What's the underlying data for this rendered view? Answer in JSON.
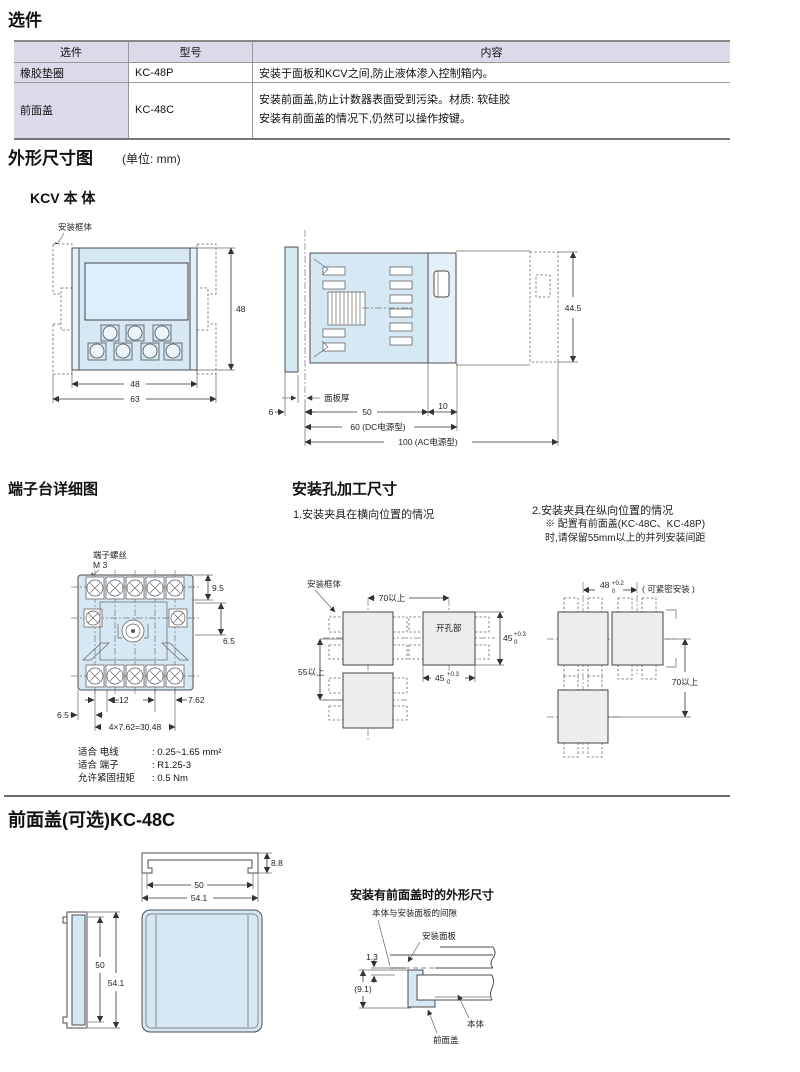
{
  "colors": {
    "drawing_fill": "#d5e8f4",
    "table_header_bg": "#dadae8",
    "line": "#4d4d4d"
  },
  "options_section": {
    "title": "选件",
    "table": {
      "headers": [
        "选件",
        "型号",
        "内容"
      ],
      "rows": [
        {
          "option": "橡胶垫圈",
          "model": "KC-48P",
          "content": "安装于面板和KCV之间,防止液体渗入控制箱内。"
        },
        {
          "option": "前面盖",
          "model": "KC-48C",
          "content_line1": "安装前面盖,防止计数器表面受到污染。材质: 软硅胶",
          "content_line2": "安装有前面盖的情况下,仍然可以操作按键。"
        }
      ]
    }
  },
  "dimensions_section": {
    "title": "外形尺寸图",
    "unit": "(单位: mm)",
    "subtitle": "KCV 本 体",
    "front_view": {
      "frame_label": "安装框体",
      "dim_width_body": "48",
      "dim_width_frame": "63",
      "dim_height": "48"
    },
    "side_view": {
      "panel_label": "面板厚",
      "dim_bezel": "6",
      "dim_depth": "50",
      "dim_clip": "10",
      "dim_dc": "60 (DC电源型)",
      "dim_ac": "100  (AC电源型)",
      "dim_height": "44.5"
    }
  },
  "terminal_section": {
    "title": "端子台详细图",
    "screw_label": "端子螺丝",
    "screw_size": "M 3",
    "dim_95": "9.5",
    "dim_65_right": "6.5",
    "dim_112": "1.12",
    "dim_762": "7.62",
    "dim_65_left": "6.5",
    "dim_pitch": "4×7.62=30.48",
    "notes": [
      {
        "label": "适合 电线",
        "value": ": 0.25~1.65 mm²"
      },
      {
        "label": "适合 端子",
        "value": ": R1.25-3"
      },
      {
        "label": "允许紧固扭矩",
        "value": ": 0.5 Nm"
      }
    ]
  },
  "mounting_section": {
    "title": "安装孔加工尺寸",
    "case1": {
      "subtitle": "1.安装夹具在横向位置的情况",
      "frame_label": "安装框体",
      "dim_70": "70以上",
      "dim_55": "55以上",
      "cutout_label": "开孔部",
      "dim_45": "45",
      "tol_up": "+0.3",
      "tol_dn": "0"
    },
    "case2": {
      "subtitle": "2.安装夹具在纵向位置的情况",
      "note_line1": "※ 配置有前面盖(KC-48C、KC-48P)",
      "note_line2": "时,请保留55mm以上的并列安装间距",
      "dim_48": "48",
      "tol_up": "+0.2",
      "tol_dn": "0",
      "tight_note": "( 可紧密安装 )",
      "dim_70": "70以上"
    }
  },
  "front_cover_section": {
    "title": "前面盖(可选)KC-48C",
    "profile": {
      "dim_88": "8.8",
      "dim_50": "50",
      "dim_541": "54.1"
    },
    "side": {
      "dim_50": "50",
      "dim_541": "54.1"
    },
    "mounted": {
      "title": "安装有前面盖时的外形尺寸",
      "gap_label": "本体与安装面板的间隙",
      "panel_label": "安装面板",
      "dim_13": "1.3",
      "dim_91": "(9.1)",
      "body_label": "本体",
      "cover_label": "前面盖"
    }
  }
}
